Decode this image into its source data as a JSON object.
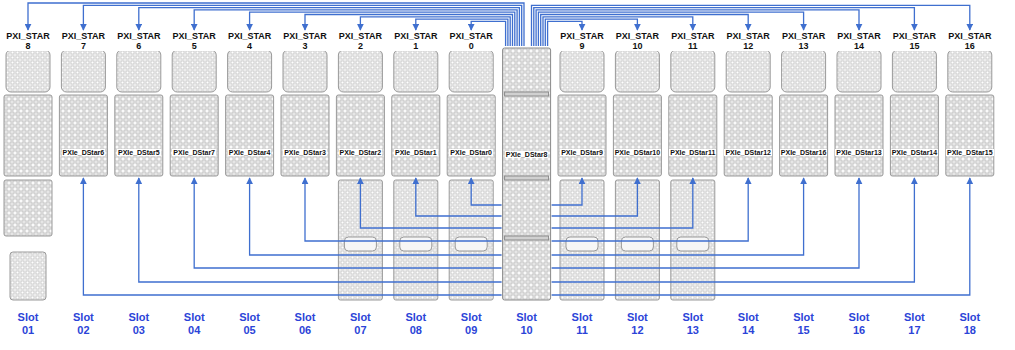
{
  "diagram": {
    "nodes": [
      {
        "text": [
          "PXI_STAR 8"
        ]
      },
      {
        "text": [
          "PXI_STAR 7",
          "PXIe_DStar6"
        ]
      },
      {
        "text": [
          "PXI_STAR 6",
          "PXIe_DStar5"
        ]
      },
      {
        "text": [
          "PXI_STAR 5",
          "PXIe_DStar7"
        ]
      },
      {
        "text": [
          "PXI_STAR 4",
          "PXIe_DStar4"
        ]
      },
      {
        "text": [
          "PXI_STAR 3",
          "PXIe_DStar3"
        ]
      },
      {
        "text": [
          "PXI_STAR 2",
          "PXIe_DStar2"
        ]
      },
      {
        "text": [
          "PXI_STAR 1",
          "PXIe_DStar1"
        ]
      },
      {
        "text": [
          "PXI_STAR 0",
          "PXIe_DStar0"
        ]
      },
      {
        "text": [
          "PXIe_DStar8"
        ]
      },
      {
        "text": [
          "PXI_STAR 9",
          "PXIe_DStar9"
        ]
      },
      {
        "text": [
          "PXI_STAR 10",
          "PXIe_DStar10"
        ]
      },
      {
        "text": [
          "PXI_STAR 11",
          "PXIe_DStar11"
        ]
      },
      {
        "text": [
          "PXI_STAR 12",
          "PXIe_DStar12"
        ]
      },
      {
        "text": [
          "PXI_STAR 13",
          "PXIe_DStar16"
        ]
      },
      {
        "text": [
          "PXI_STAR 14",
          "PXIe_DStar13"
        ]
      },
      {
        "text": [
          "PXI_STAR 15",
          "PXIe_DStar14"
        ]
      },
      {
        "text": [
          "PXI_STAR 16",
          "PXIe_DStar15"
        ]
      }
    ],
    "edges": [
      {
        "from": 9,
        "to": 0,
        "arrow": "to"
      },
      {
        "from": 9,
        "to": 1,
        "arrow": "to"
      },
      {
        "from": 9,
        "to": 2,
        "arrow": "to"
      },
      {
        "from": 9,
        "to": 3,
        "arrow": "to"
      },
      {
        "from": 9,
        "to": 4,
        "arrow": "to"
      },
      {
        "from": 9,
        "to": 5,
        "arrow": "to"
      },
      {
        "from": 9,
        "to": 6,
        "arrow": "to"
      },
      {
        "from": 9,
        "to": 7,
        "arrow": "to"
      },
      {
        "from": 9,
        "to": 8,
        "arrow": "to"
      },
      {
        "from": 9,
        "to": 10,
        "arrow": "to"
      },
      {
        "from": 9,
        "to": 11,
        "arrow": "to"
      },
      {
        "from": 9,
        "to": 12,
        "arrow": "to"
      },
      {
        "from": 9,
        "to": 13,
        "arrow": "to"
      },
      {
        "from": 9,
        "to": 14,
        "arrow": "to"
      },
      {
        "from": 9,
        "to": 15,
        "arrow": "to"
      },
      {
        "from": 9,
        "to": 16,
        "arrow": "to"
      },
      {
        "from": 9,
        "to": 17,
        "arrow": "to"
      },
      {
        "from": 9,
        "to": 1,
        "arrow": "to"
      },
      {
        "from": 9,
        "to": 2,
        "arrow": "to"
      },
      {
        "from": 9,
        "to": 3,
        "arrow": "to"
      },
      {
        "from": 9,
        "to": 4,
        "arrow": "to"
      },
      {
        "from": 9,
        "to": 5,
        "arrow": "to"
      },
      {
        "from": 9,
        "to": 6,
        "arrow": "to"
      },
      {
        "from": 9,
        "to": 7,
        "arrow": "to"
      },
      {
        "from": 9,
        "to": 8,
        "arrow": "to"
      },
      {
        "from": 9,
        "to": 10,
        "arrow": "to"
      },
      {
        "from": 9,
        "to": 11,
        "arrow": "to"
      },
      {
        "from": 9,
        "to": 12,
        "arrow": "to"
      },
      {
        "from": 9,
        "to": 13,
        "arrow": "to"
      },
      {
        "from": 9,
        "to": 14,
        "arrow": "to"
      },
      {
        "from": 9,
        "to": 15,
        "arrow": "to"
      },
      {
        "from": 9,
        "to": 16,
        "arrow": "to"
      },
      {
        "from": 9,
        "to": 17,
        "arrow": "to"
      }
    ],
    "labels": [
      "Slot 01",
      "Slot 02",
      "Slot 03",
      "Slot 04",
      "Slot 05",
      "Slot 06",
      "Slot 07",
      "Slot 08",
      "Slot 09",
      "Slot 10",
      "Slot 11",
      "Slot 12",
      "Slot 13",
      "Slot 14",
      "Slot 15",
      "Slot 16",
      "Slot 17",
      "Slot 18"
    ]
  }
}
